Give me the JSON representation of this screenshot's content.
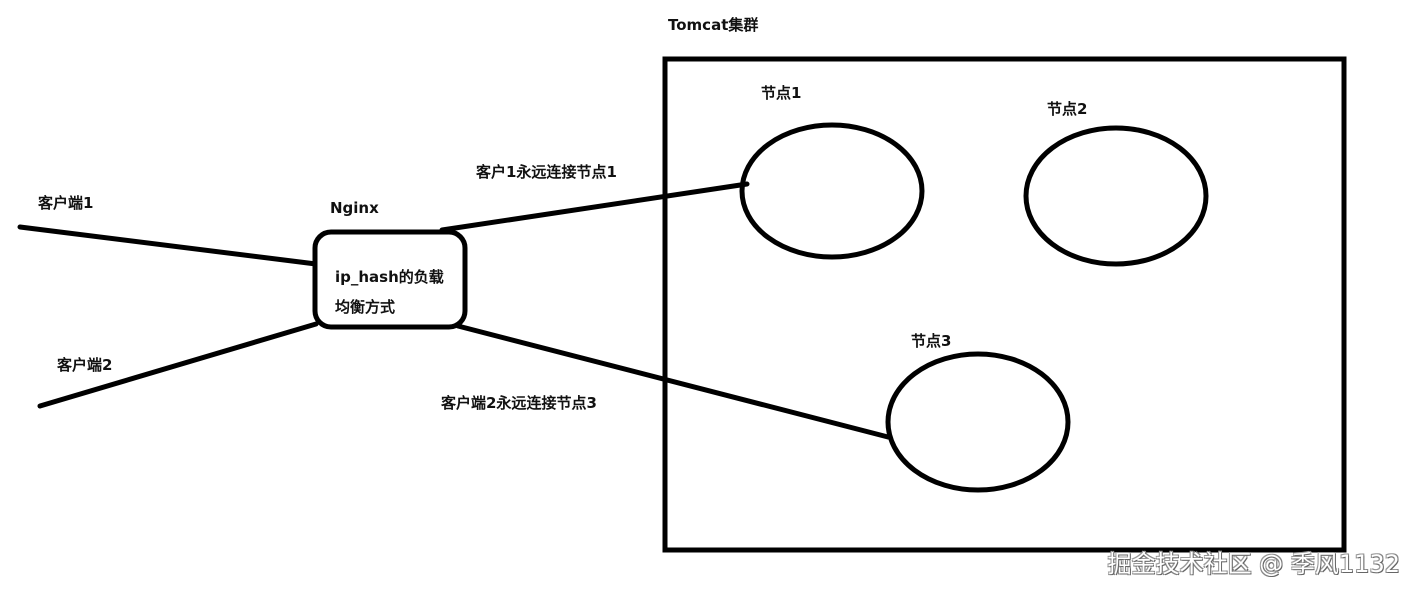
{
  "diagram": {
    "cluster_title": "Tomcat集群",
    "nginx": {
      "title": "Nginx",
      "description_line1": "ip_hash的负载",
      "description_line2": "均衡方式"
    },
    "clients": [
      {
        "label": "客户端1"
      },
      {
        "label": "客户端2"
      }
    ],
    "nodes": [
      {
        "label": "节点1"
      },
      {
        "label": "节点2"
      },
      {
        "label": "节点3"
      }
    ],
    "edge_labels": {
      "client1_to_node1": "客户1永远连接节点1",
      "client2_to_node3": "客户端2永远连接节点3"
    },
    "colors": {
      "stroke": "#000000",
      "background": "#ffffff",
      "text": "#111111"
    }
  },
  "watermark": "掘金技术社区 @ 季风1132"
}
